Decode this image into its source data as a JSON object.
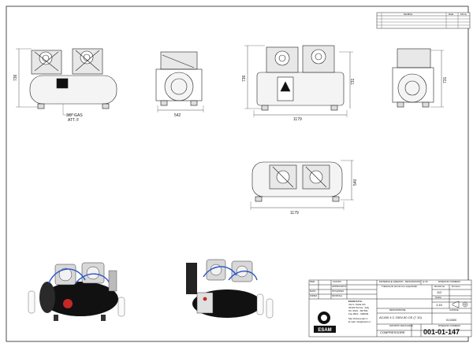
{
  "revision_table": {
    "headers": {
      "mod": "Modifica",
      "date": "Data",
      "sign": "Firma"
    }
  },
  "dimensions": {
    "front_height": "736",
    "rear_width": "542",
    "top_height": "736",
    "top_width_right": "731",
    "top_length": "1179",
    "side_height": "731",
    "lower_length": "1179",
    "lower_height": "540",
    "outlet_note_1": "3/8\" GAS",
    "outlet_note_2": "ATT. F"
  },
  "title_block": {
    "row_labels": {
      "r1": "PER",
      "r2": "DATA",
      "r3": "FIRMA"
    },
    "col_labels": {
      "c1": "CONTR.",
      "c2": "APPROVATO"
    },
    "date_value": "07/12/2010",
    "sign_value": "MONTALI",
    "materials_header": "MATERIALE-GREZZO - DESCRIZIONE COMPONENTE",
    "qty_header": "Q.TA",
    "drawing_no_header": "DISEGNO NUMERO",
    "finish_label": "Trattamenti termici e/o superficiali",
    "company_name": "ESAM S.P.A.",
    "company_address_1": "Via G. Natta 4/A",
    "company_address_2": "43122 Parma - Italy",
    "company_phone": "Tel. 0521 - 607611",
    "company_fax": "Fax 0521 - 606649",
    "company_web": "http://www.esam.it",
    "company_email": "E-mail: info@esam.it",
    "logo_text": "ESAM",
    "description_label": "DESCRIZIONE",
    "description_value": "AC400   4 C 230V-50 CE (7 10)",
    "group_label": "GRUPPO MACCHINA",
    "group_value": "COMPRESSORE",
    "codice_label": "CODICE",
    "codice_value": "013400",
    "rev_label": "Revisione",
    "number_label": "Numero",
    "rev_value": "112",
    "scala_label": "Scala",
    "scala_value": "1:15",
    "drawing_number_label": "DISEGNO NUMERO",
    "drawing_number": "001-01-147"
  },
  "colors": {
    "line": "#222222",
    "tank": "#111111",
    "accent_blue": "#2a57c8",
    "accent_red": "#c62828",
    "hatch": "#777777"
  }
}
